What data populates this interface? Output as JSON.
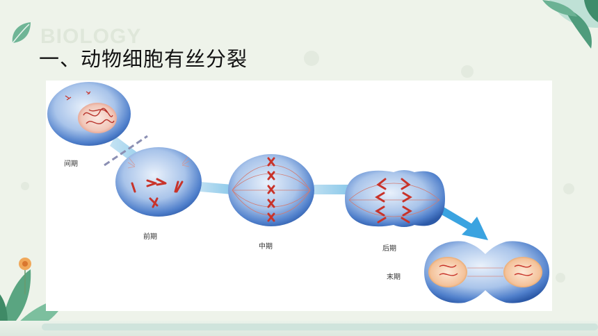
{
  "slide": {
    "watermark": "BIOLOGY",
    "title": "一、动物细胞有丝分裂"
  },
  "diagram": {
    "stages": [
      {
        "id": "interphase",
        "label": "间期"
      },
      {
        "id": "prophase",
        "label": "前期"
      },
      {
        "id": "metaphase",
        "label": "中期"
      },
      {
        "id": "anaphase",
        "label": "后期"
      },
      {
        "id": "telophase",
        "label": "末期"
      }
    ]
  },
  "colors": {
    "background": "#eef3ea",
    "cell_blue": "#3f73c8",
    "chromosome_red": "#c8332a",
    "arrow_blue": "#3aa3e0",
    "leaf_green": "#5fa77f"
  },
  "icons": [
    "leaf-icon",
    "flower-icon",
    "leaf-cluster-icon"
  ]
}
